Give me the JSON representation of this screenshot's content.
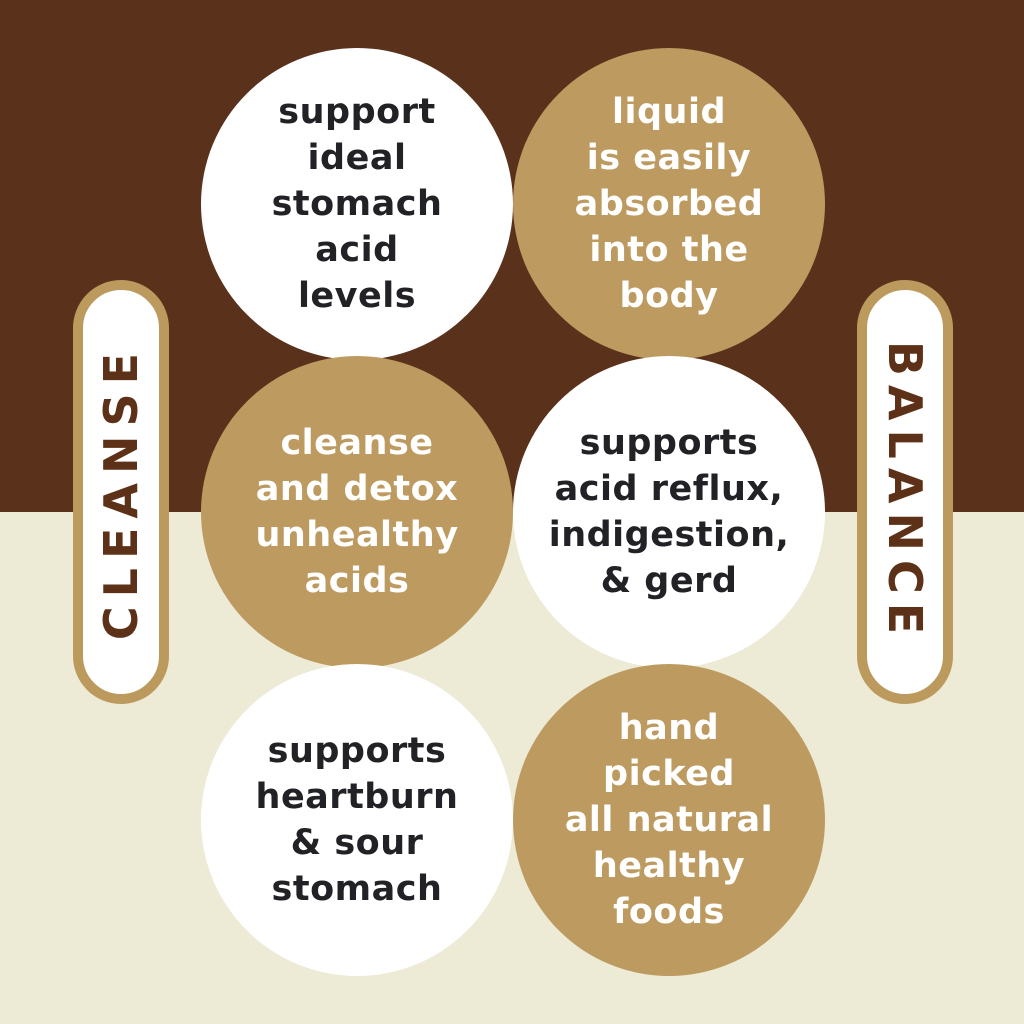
{
  "palette": {
    "brown_bg": "#5a311a",
    "cream_bg": "#edead6",
    "tan": "#bd9b60",
    "gold": "#bc9a5e",
    "white": "#ffffff",
    "dark_text": "#222126",
    "brown_text": "#5d3118"
  },
  "side_labels": {
    "left": "CLEANSE",
    "right": "BALANCE"
  },
  "circles": [
    {
      "name": "support-stomach-acid",
      "style": "white",
      "text": "support\nideal\nstomach\nacid\nlevels"
    },
    {
      "name": "liquid-absorbed",
      "style": "tan",
      "text": "liquid\nis easily\nabsorbed\ninto the\nbody"
    },
    {
      "name": "cleanse-detox",
      "style": "tan",
      "text": "cleanse\nand detox\nunhealthy\nacids"
    },
    {
      "name": "acid-reflux-gerd",
      "style": "white",
      "text": "supports\nacid reflux,\nindigestion,\n& gerd"
    },
    {
      "name": "heartburn-sour-stomach",
      "style": "white",
      "text": "supports\nheartburn\n& sour\nstomach"
    },
    {
      "name": "hand-picked-foods",
      "style": "tan",
      "text": "hand\npicked\nall natural\nhealthy\nfoods"
    }
  ]
}
